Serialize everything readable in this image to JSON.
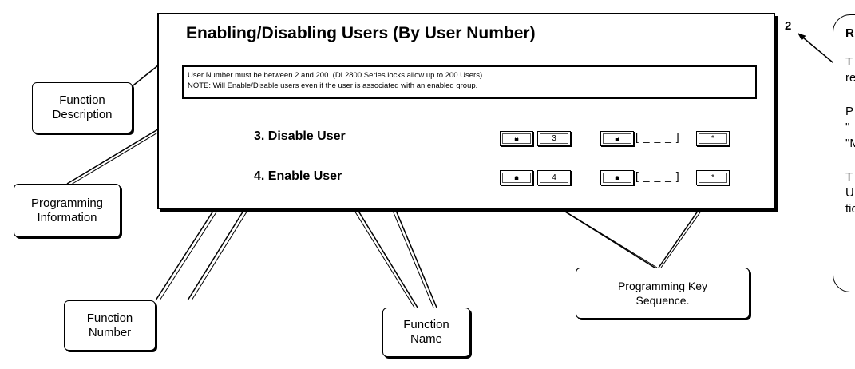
{
  "panel": {
    "title": "Enabling/Disabling Users (By User Number)",
    "page_number": "2",
    "info_line1": "User Number must be between 2 and 200.  (DL2800 Series locks allow up to 200 Users).",
    "info_line2": "NOTE:  Will Enable/Disable users even if the user is associated with an enabled group.",
    "functions": [
      {
        "label": "3. Disable User",
        "keys": {
          "digit": "3",
          "entry": "[ _ _ _ ]",
          "star": "*"
        }
      },
      {
        "label": "4. Enable User",
        "keys": {
          "digit": "4",
          "entry": "[ _ _ _ ]",
          "star": "*"
        }
      }
    ]
  },
  "callouts": {
    "function_description": [
      "Function",
      "Description"
    ],
    "programming_information": [
      "Programming",
      "Information"
    ],
    "function_number": [
      "Function",
      "Number"
    ],
    "function_name": [
      "Function",
      "Name"
    ],
    "programming_key_sequence": [
      "Programming Key",
      "Sequence."
    ]
  },
  "right_panel": {
    "lines": [
      "R",
      "T",
      "re",
      "P",
      "\"",
      "\"M",
      "T",
      "U",
      "tio"
    ]
  },
  "colors": {
    "line": "#000000",
    "background": "#ffffff"
  },
  "icons": {
    "programming_key": "lock-programming-key-icon",
    "star_key": "star-key-icon"
  }
}
